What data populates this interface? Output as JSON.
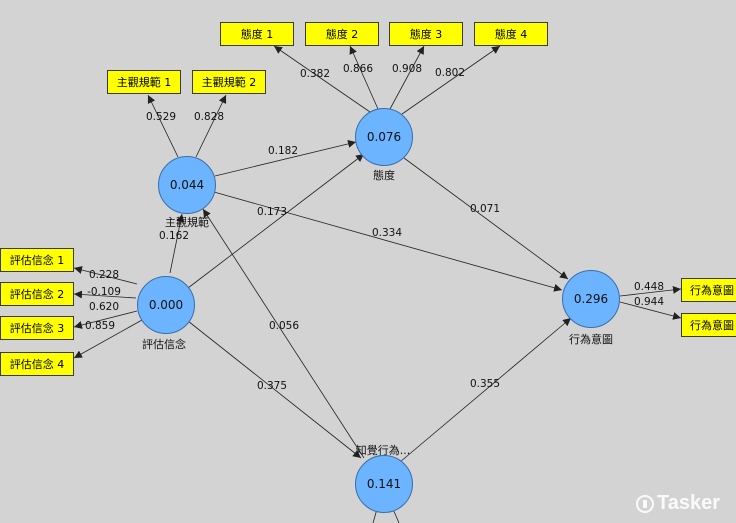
{
  "latent": {
    "attitude": {
      "value": "0.076",
      "name": "態度"
    },
    "subjective": {
      "value": "0.044",
      "name": "主觀規範"
    },
    "belief": {
      "value": "0.000",
      "name": "評估信念"
    },
    "intention": {
      "value": "0.296",
      "name": "行為意圖"
    },
    "pbc": {
      "value": "0.141",
      "name": "知覺行為..."
    }
  },
  "indicators": {
    "attitude": [
      "態度 1",
      "態度 2",
      "態度 3",
      "態度 4"
    ],
    "subjective": [
      "主觀規範 1",
      "主觀規範 2"
    ],
    "belief": [
      "評估信念 1",
      "評估信念 2",
      "評估信念 3",
      "評估信念 4"
    ],
    "intention": [
      "行為意圖",
      "行為意圖"
    ]
  },
  "loadings": {
    "attitude": [
      "0.382",
      "0.866",
      "0.908",
      "0.802"
    ],
    "subjective": [
      "0.529",
      "0.828"
    ],
    "belief": [
      "0.228",
      "-0.109",
      "0.620",
      "0.859"
    ],
    "intention": [
      "0.448",
      "0.944"
    ]
  },
  "paths": {
    "subjective_attitude": "0.182",
    "belief_attitude": "0.173",
    "belief_subjective": "0.162",
    "subjective_intention": "0.334",
    "attitude_intention": "0.071",
    "pbc_subjective": "0.056",
    "belief_pbc": "0.375",
    "pbc_intention": "0.355"
  },
  "colors": {
    "latent_fill": "#6cb4ff",
    "indicator_fill": "#ffff00",
    "background": "#d3d3d3",
    "arrow": "#222222"
  },
  "watermark": "Tasker"
}
